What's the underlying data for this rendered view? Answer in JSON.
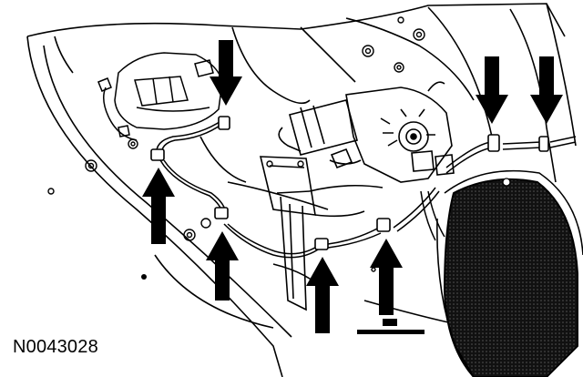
{
  "figure": {
    "caption_id": "N0043028",
    "colors": {
      "ink": "#000000",
      "paper": "#ffffff",
      "speaker_mesh": "#1a1a1a"
    }
  },
  "callouts": [
    {
      "name": "arrow-down-clip-upper-left",
      "direction": "down",
      "points_to": "wire-harness-clip"
    },
    {
      "name": "arrow-down-clip-upper-right-a",
      "direction": "down",
      "points_to": "wire-harness-clip"
    },
    {
      "name": "arrow-down-clip-upper-right-b",
      "direction": "down",
      "points_to": "wire-harness-clip"
    },
    {
      "name": "arrow-up-clip-left",
      "direction": "up",
      "points_to": "wire-harness-clip"
    },
    {
      "name": "arrow-up-clip-center-left",
      "direction": "up",
      "points_to": "wire-harness-clip"
    },
    {
      "name": "arrow-up-clip-center",
      "direction": "up",
      "points_to": "wire-harness-clip"
    },
    {
      "name": "arrow-up-clip-center-right",
      "direction": "up",
      "points_to": "wire-harness-clip"
    }
  ]
}
